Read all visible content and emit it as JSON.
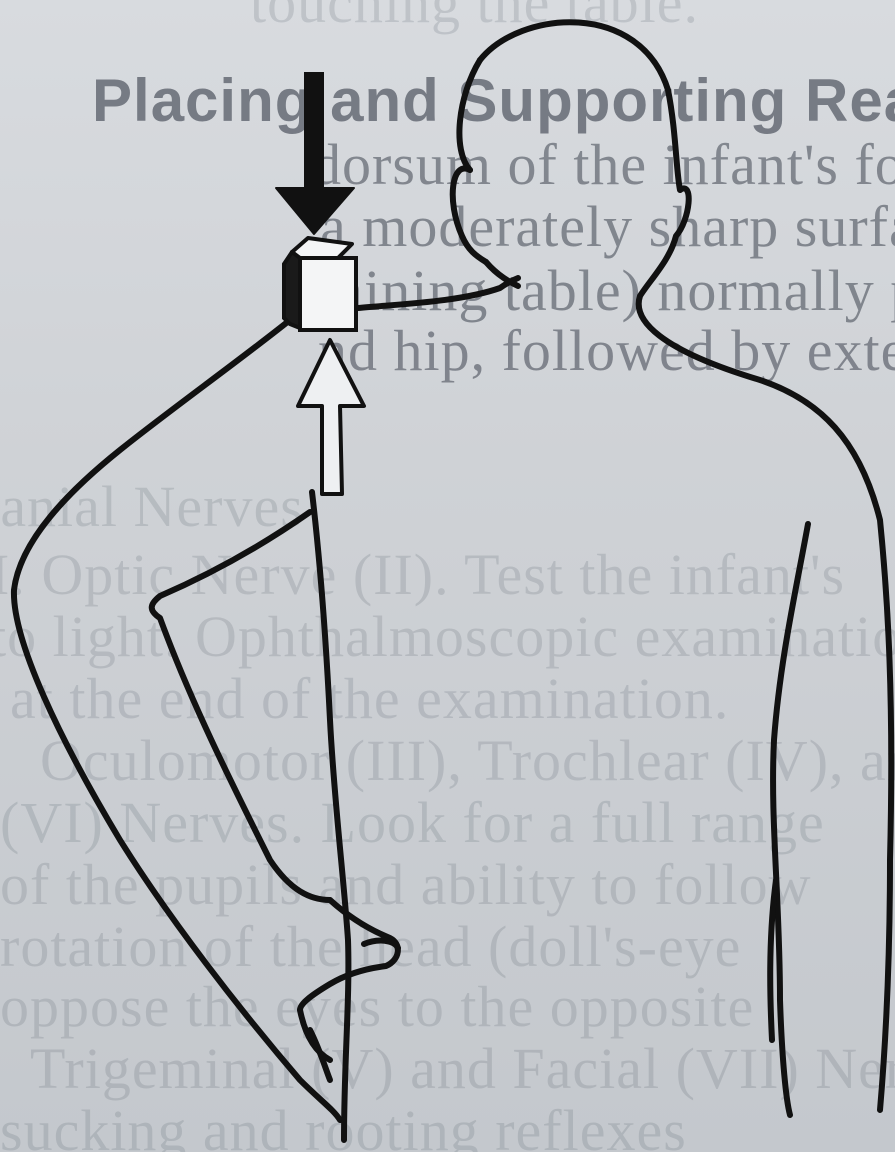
{
  "bleed_text": {
    "lines": [
      "touching the table.",
      "Placing and Supporting Reactions.",
      "dorsum of the infant's foot across the",
      "a moderately sharp surface (eg, the e",
      "mining table) normally produces flexion",
      "nd hip, followed by extension at the hip",
      "ranial Nerves",
      "I. Optic Nerve (II). Test the infant's",
      "to light. Ophthalmoscopic examination",
      "at the end of the examination.",
      "Oculomotor (III), Trochlear (IV), and",
      "(VI) Nerves. Look for a full range",
      "of the pupils and ability to follow",
      "rotation of the head (doll's-eye",
      "oppose the eyes to the opposite",
      "Trigeminal (V) and Facial (VII) Ner",
      "sucking and rooting reflexes"
    ]
  },
  "figure": {
    "label": "Illustration: cube of a balance aid (block) held on the shoulder, with a solid black arrow pressing down and an outlined arrow pushing up",
    "colors": {
      "ink": "#111111",
      "skin": "#eef0f2",
      "block_face": "#f4f5f6",
      "block_shadow": "#1a1a1a"
    }
  }
}
